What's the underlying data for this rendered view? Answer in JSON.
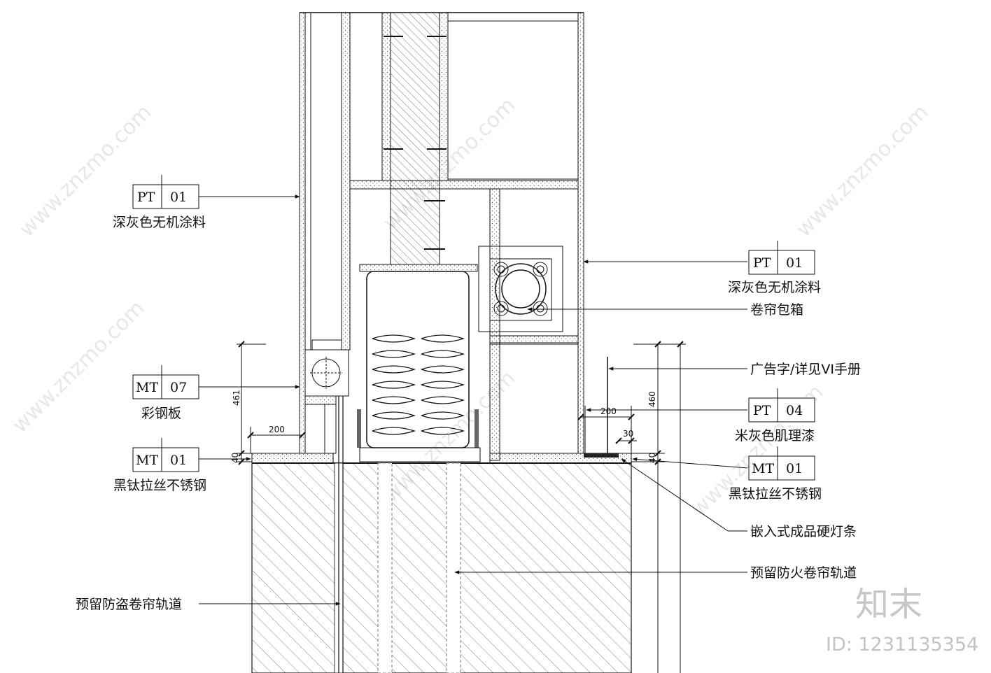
{
  "tags": {
    "pt01_left": {
      "prefix": "PT",
      "code": "01",
      "desc": "深灰色无机涂料"
    },
    "mt07": {
      "prefix": "MT",
      "code": "07",
      "desc": "彩钢板"
    },
    "mt01_left": {
      "prefix": "MT",
      "code": "01",
      "desc": "黑钛拉丝不锈钢"
    },
    "pt01_right": {
      "prefix": "PT",
      "code": "01",
      "desc": "深灰色无机涂料"
    },
    "pt04": {
      "prefix": "PT",
      "code": "04",
      "desc": "米灰色肌理漆"
    },
    "mt01_right": {
      "prefix": "MT",
      "code": "01",
      "desc": "黑钛拉丝不锈钢"
    }
  },
  "notes": {
    "shutter_box": "卷帘包箱",
    "signage": "广告字/详见VI手册",
    "led_strip": "嵌入式成品硬灯条",
    "fire_shutter_track": "预留防火卷帘轨道",
    "security_shutter_track": "预留防盗卷帘轨道"
  },
  "dimensions": {
    "left_height": "461",
    "left_width": "200",
    "left_base": "40",
    "right_height": "460",
    "right_width": "200",
    "right_small": "30",
    "right_base": "40"
  },
  "watermark": {
    "site": "www.znzmo.com",
    "brand": "知末",
    "id": "ID: 1231135354"
  },
  "colors": {
    "line": "#111111",
    "hatch": "#555555",
    "watermark": "#cfcfcf"
  }
}
